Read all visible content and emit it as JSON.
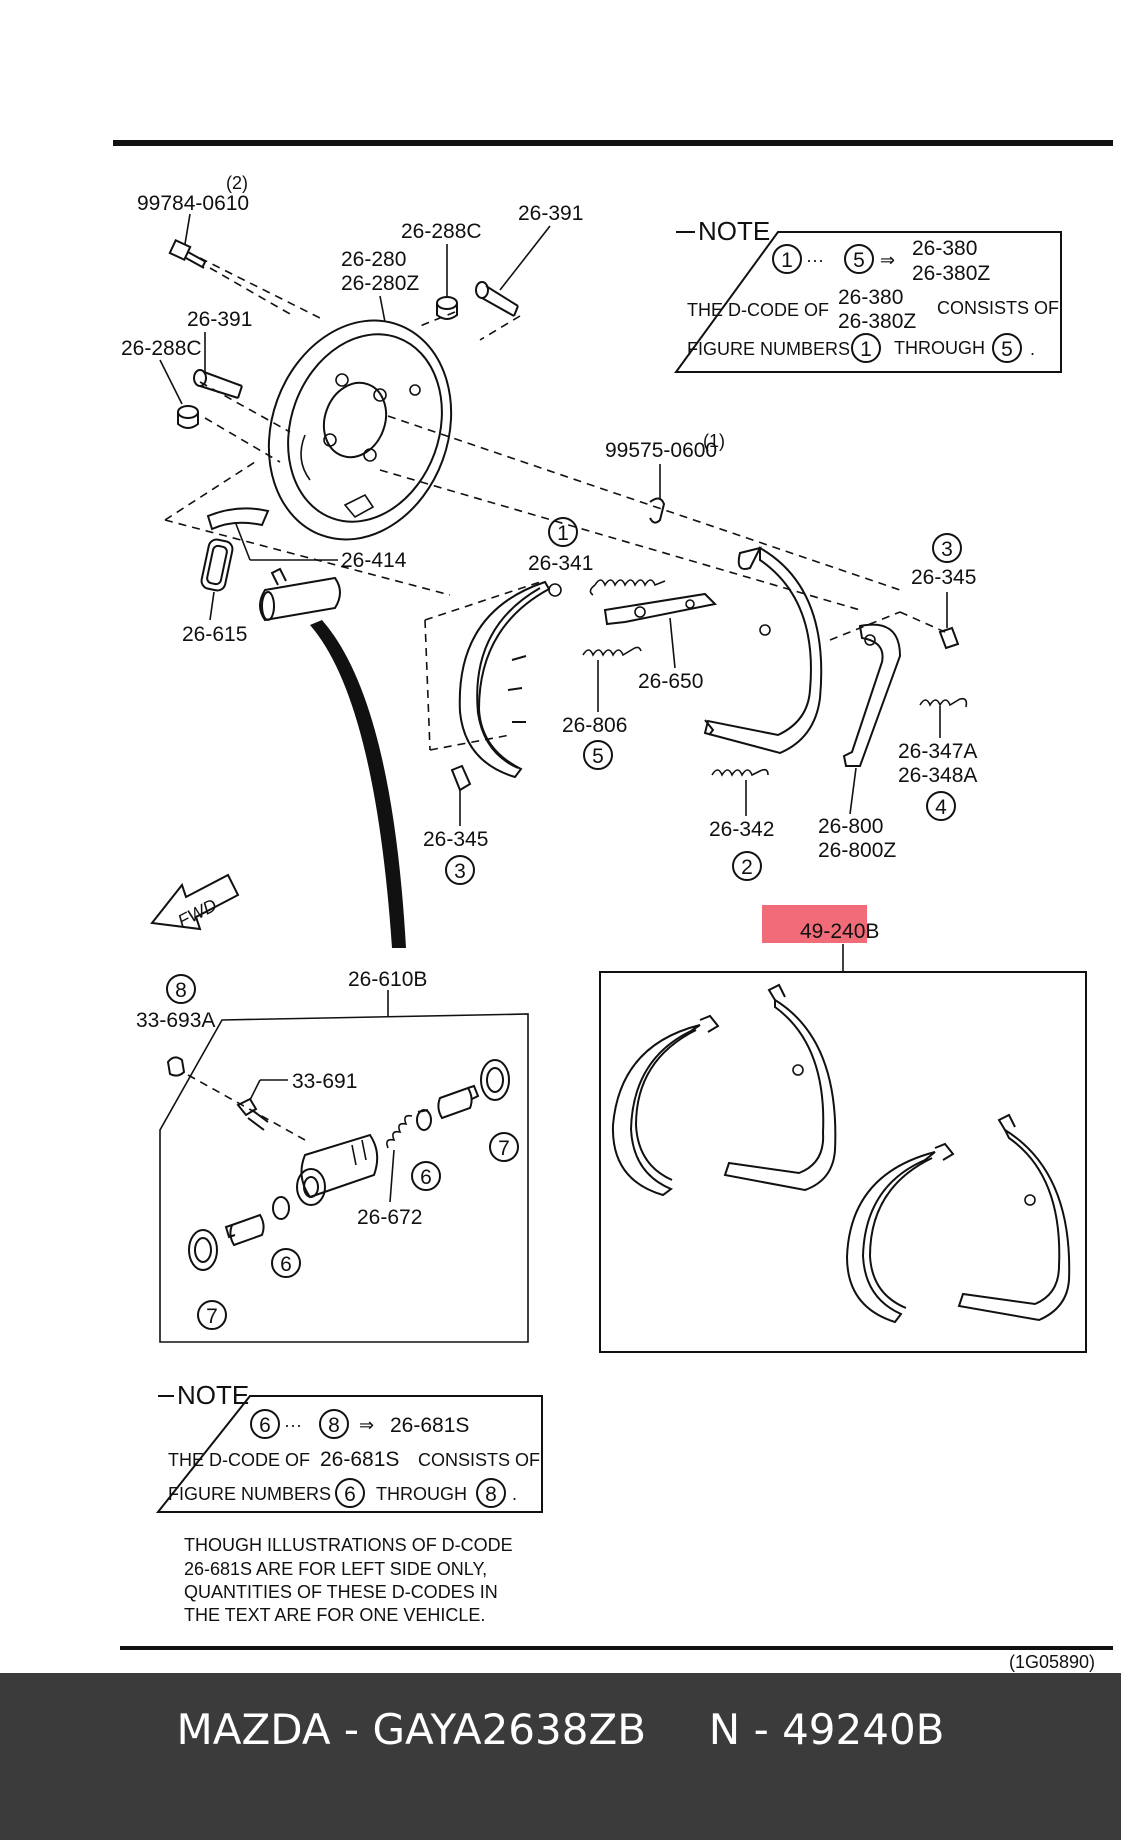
{
  "labels": {
    "bolt_qty": "(2)",
    "bolt": "99784-0610",
    "plate_a": "26-280",
    "plate_b": "26-280Z",
    "bushing_top": "26-288C",
    "pin_top": "26-391",
    "pin_left": "26-391",
    "bushing_left": "26-288C",
    "shim": "26-414",
    "gasket": "26-615",
    "spring_341": "26-341",
    "clip_qty": "(1)",
    "clip": "99575-0600",
    "adjuster": "26-650",
    "spring_806": "26-806",
    "holder_right": "26-345",
    "holder_left": "26-345",
    "spring_347a": "26-347A",
    "spring_348a": "26-348A",
    "spring_342": "26-342",
    "shoe_800": "26-800",
    "shoe_800z": "26-800Z",
    "shoe_set": "49-240B",
    "cylinder": "26-610B",
    "bleeder_cap": "33-693A",
    "bleeder": "33-691",
    "cyl_spring": "26-672",
    "fwd": "FWD",
    "figure_code": "(1G05890)"
  },
  "circled": {
    "c1": "1",
    "c2": "2",
    "c3_right": "3",
    "c3_left": "3",
    "c4": "4",
    "c5": "5",
    "c6_a": "6",
    "c6_b": "6",
    "c7_a": "7",
    "c7_b": "7",
    "c8": "8"
  },
  "note1": {
    "title": "NOTE",
    "from": "1",
    "ellipsis": "···",
    "to": "5",
    "arrow": "⇒",
    "code_a": "26-380",
    "code_b": "26-380Z",
    "line2_pre": "THE D-CODE OF",
    "line2_post": "CONSISTS OF",
    "line3_pre": "FIGURE NUMBERS",
    "line3_mid": "THROUGH",
    "line3_end": "."
  },
  "note2": {
    "title": "NOTE",
    "from": "6",
    "ellipsis": "···",
    "to": "8",
    "arrow": "⇒",
    "code": "26-681S",
    "line2_pre": "THE D-CODE OF",
    "line2_code": "26-681S",
    "line2_post": "CONSISTS OF",
    "line3_pre": "FIGURE NUMBERS",
    "line3_mid": "THROUGH",
    "line3_end": "."
  },
  "disclaimer": {
    "line1": "THOUGH ILLUSTRATIONS OF D-CODE",
    "line2": "26-681S ARE FOR LEFT SIDE ONLY,",
    "line3": "QUANTITIES OF THESE D-CODES IN",
    "line4": "THE TEXT ARE FOR ONE VEHICLE."
  },
  "footer": {
    "brand": "MAZDA",
    "sep1": "-",
    "part_no": "GAYA2638ZB",
    "n_label": "N",
    "sep2": "-",
    "n_value": "49240B"
  },
  "colors": {
    "highlight": "#f26b78",
    "footer_bg": "#3b3b3b",
    "line": "#111111"
  }
}
